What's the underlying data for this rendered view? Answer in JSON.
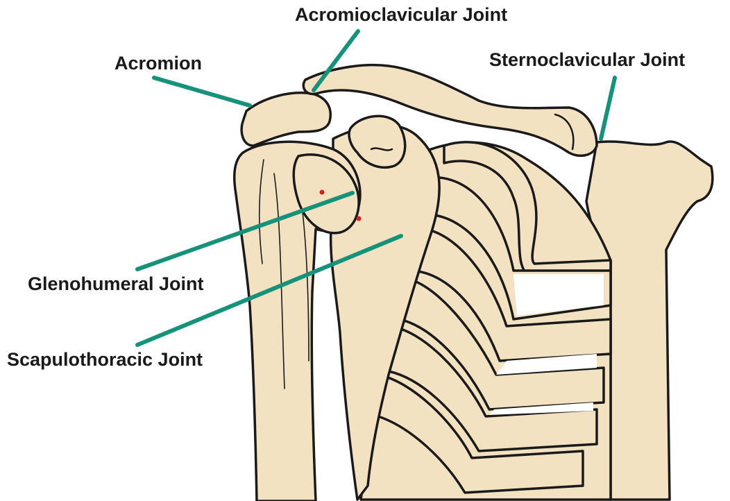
{
  "diagram": {
    "colors": {
      "bone_fill": "#f3e2c1",
      "outline": "#1a1a1a",
      "leader_line": "#16917a",
      "marker_dot": "#d62020",
      "background": "#ffffff"
    },
    "labels": {
      "acromioclavicular": "Acromioclavicular Joint",
      "acromion": "Acromion",
      "sternoclavicular": "Sternoclavicular Joint",
      "glenohumeral": "Glenohumeral Joint",
      "scapulothoracic": "Scapulothoracic Joint"
    }
  }
}
